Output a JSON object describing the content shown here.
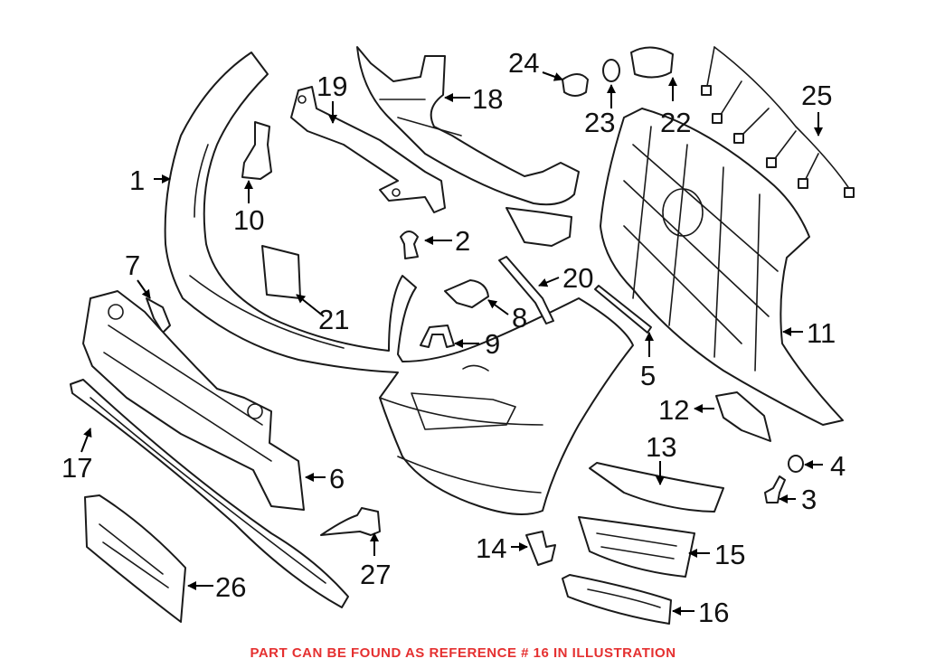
{
  "diagram": {
    "callouts": [
      "1",
      "2",
      "3",
      "4",
      "5",
      "6",
      "7",
      "8",
      "9",
      "10",
      "11",
      "12",
      "13",
      "14",
      "15",
      "16",
      "17",
      "18",
      "19",
      "20",
      "21",
      "22",
      "23",
      "24",
      "25",
      "26",
      "27"
    ]
  },
  "footer": {
    "note": "PART CAN BE FOUND AS REFERENCE # 16 IN ILLUSTRATION",
    "note_color": "#e53030"
  }
}
